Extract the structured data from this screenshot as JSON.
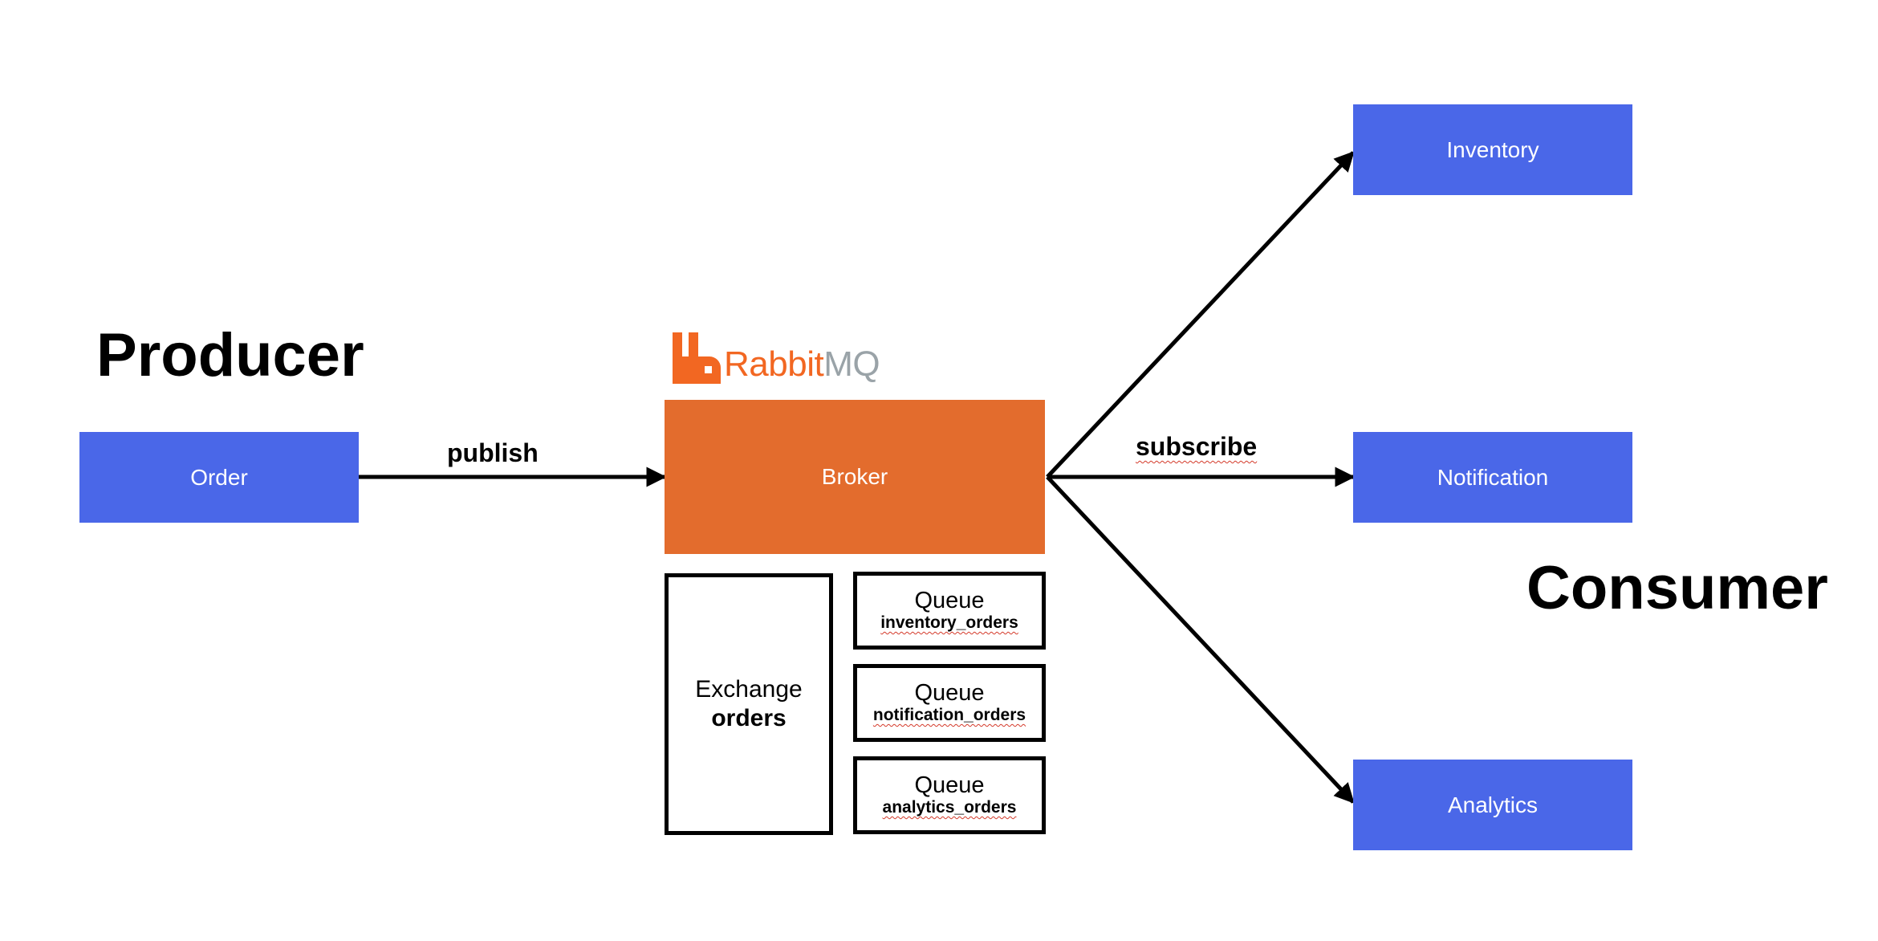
{
  "colors": {
    "component_box": "#4a67e8",
    "broker_box": "#e36c2d",
    "logo_orange": "#f26722",
    "logo_gray": "#9aa3a8",
    "spellcheck_underline": "#d43a2a"
  },
  "headings": {
    "producer": "Producer",
    "consumer": "Consumer"
  },
  "producer": {
    "order_label": "Order"
  },
  "edges": {
    "publish_label": "publish",
    "subscribe_label": "subscribe"
  },
  "broker": {
    "logo_rabbit": "Rabbit",
    "logo_mq": "MQ",
    "logo_icon": "rabbitmq-logo-icon",
    "label": "Broker"
  },
  "exchange": {
    "title": "Exchange",
    "name": "orders"
  },
  "queues": [
    {
      "title": "Queue",
      "name": "inventory_orders"
    },
    {
      "title": "Queue",
      "name": "notification_orders"
    },
    {
      "title": "Queue",
      "name": "analytics_orders"
    }
  ],
  "consumers": {
    "inventory_label": "Inventory",
    "notification_label": "Notification",
    "analytics_label": "Analytics"
  }
}
